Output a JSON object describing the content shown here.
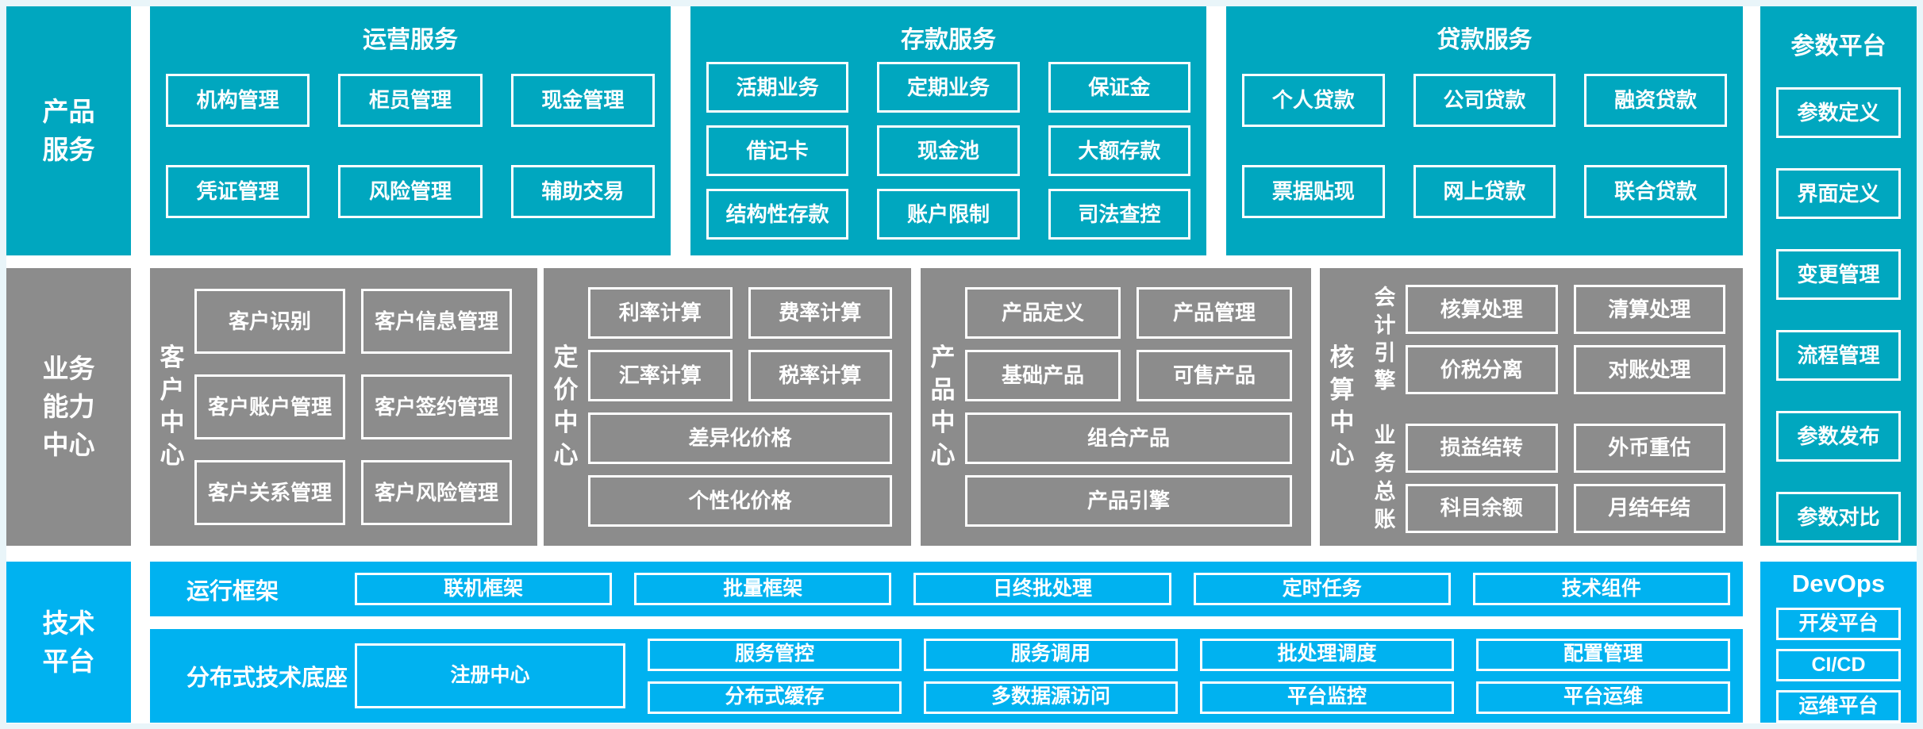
{
  "palette": {
    "teal": "#00A7BF",
    "gray": "#8C8C8C",
    "blue": "#00B2F0",
    "page_bg": "#E9F5F9",
    "gap": "#FFFFFF",
    "box_border": "#FFFFFF",
    "text": "#FFFFFF"
  },
  "left_labels": {
    "product_services": "产品\n服务",
    "business_capability_center": "业务\n能力\n中心",
    "technology_platform": "技术\n平台"
  },
  "product_rows": {
    "operations": {
      "title": "运营服务",
      "boxes": [
        "机构管理",
        "柜员管理",
        "现金管理",
        "凭证管理",
        "风险管理",
        "辅助交易"
      ]
    },
    "deposit": {
      "title": "存款服务",
      "boxes": [
        "活期业务",
        "定期业务",
        "保证金",
        "借记卡",
        "现金池",
        "大额存款",
        "结构性存款",
        "账户限制",
        "司法查控"
      ]
    },
    "loan": {
      "title": "贷款服务",
      "boxes": [
        "个人贷款",
        "公司贷款",
        "融资贷款",
        "票据贴现",
        "网上贷款",
        "联合贷款"
      ]
    }
  },
  "parameter_platform": {
    "title": "参数平台",
    "boxes": [
      "参数定义",
      "界面定义",
      "变更管理",
      "流程管理",
      "参数发布",
      "参数对比"
    ]
  },
  "capability_centers": {
    "customer": {
      "label": "客户中心",
      "boxes": [
        "客户识别",
        "客户信息管理",
        "客户账户管理",
        "客户签约管理",
        "客户关系管理",
        "客户风险管理"
      ]
    },
    "pricing": {
      "label": "定价中心",
      "boxes": [
        "利率计算",
        "费率计算",
        "汇率计算",
        "税率计算"
      ],
      "wide_boxes": [
        "差异化价格",
        "个性化价格"
      ]
    },
    "product": {
      "label": "产品中心",
      "boxes": [
        "产品定义",
        "产品管理",
        "基础产品",
        "可售产品"
      ],
      "wide_boxes": [
        "组合产品",
        "产品引擎"
      ]
    },
    "accounting": {
      "label": "核算中心",
      "groups": [
        {
          "label": "会计引擎",
          "boxes": [
            "核算处理",
            "清算处理",
            "价税分离",
            "对账处理"
          ]
        },
        {
          "label": "业务总账",
          "boxes": [
            "损益结转",
            "外币重估",
            "科目余额",
            "月结年结"
          ]
        }
      ]
    }
  },
  "technology": {
    "runtime_framework": {
      "label": "运行框架",
      "boxes": [
        "联机框架",
        "批量框架",
        "日终批处理",
        "定时任务",
        "技术组件"
      ]
    },
    "distributed_base": {
      "label": "分布式技术底座",
      "registry_box": "注册中心",
      "rows": [
        [
          "服务管控",
          "服务调用",
          "批处理调度",
          "配置管理"
        ],
        [
          "分布式缓存",
          "多数据源访问",
          "平台监控",
          "平台运维"
        ]
      ]
    },
    "devops": {
      "title": "DevOps",
      "boxes": [
        "开发平台",
        "CI/CD",
        "运维平台"
      ]
    }
  }
}
